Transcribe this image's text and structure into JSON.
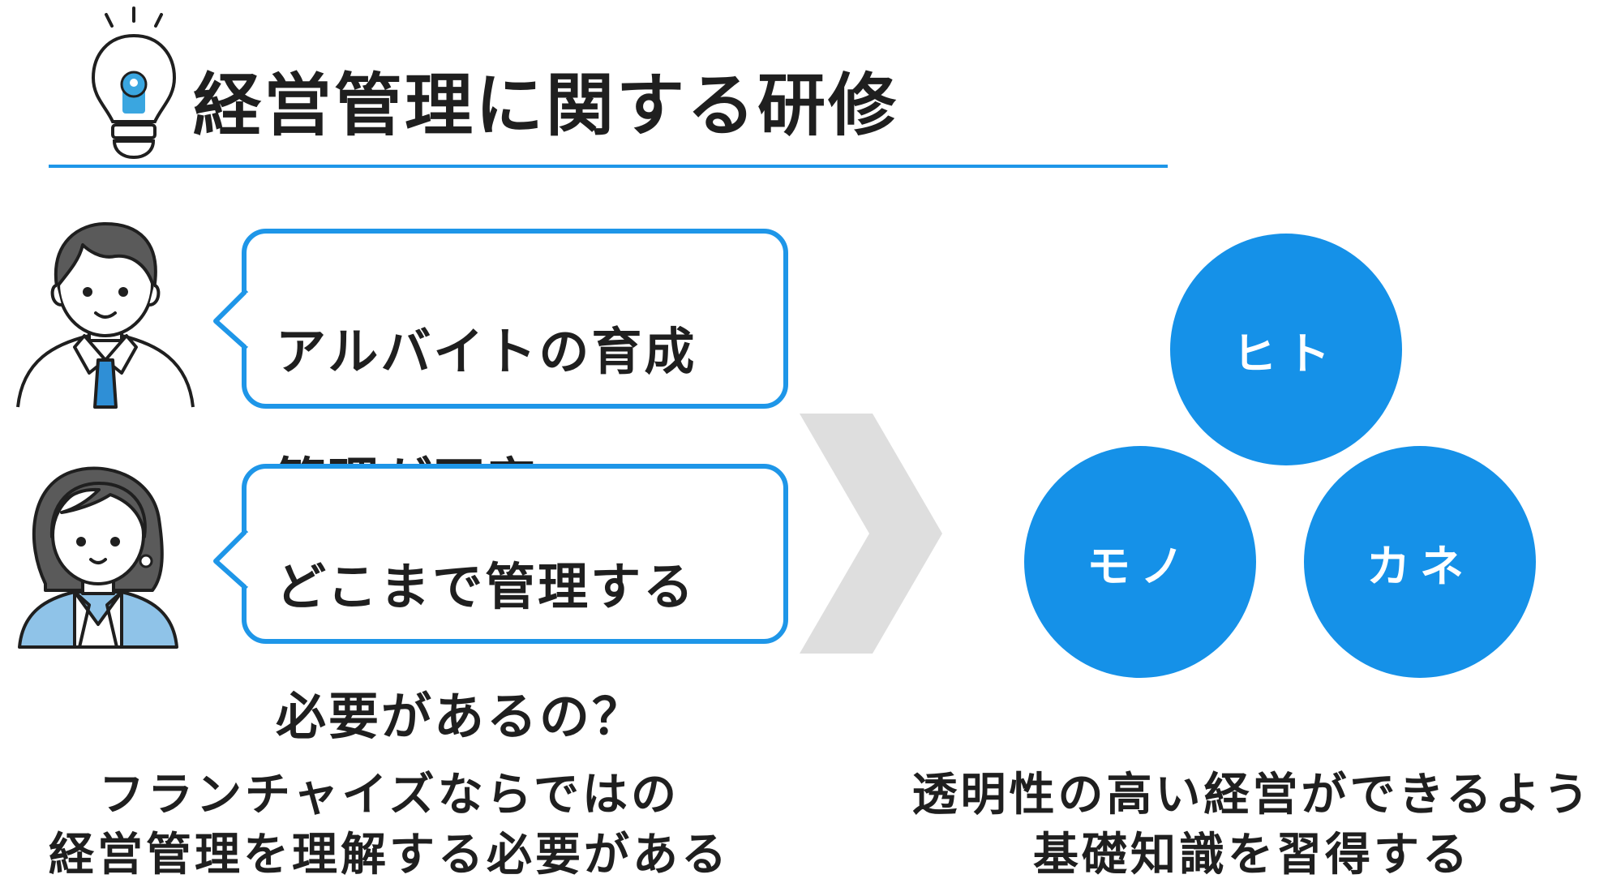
{
  "header": {
    "title": "経営管理に関する研修",
    "icon": "lightbulb-icon"
  },
  "bubbles": [
    {
      "line1": "アルバイトの育成",
      "line2": "管理が不安…"
    },
    {
      "line1": "どこまで管理する",
      "line2": "必要があるの？"
    }
  ],
  "circles": {
    "top": "ヒト",
    "left": "モノ",
    "right": "カネ"
  },
  "captions": {
    "left": {
      "line1": "フランチャイズならではの",
      "line2": "経営管理を理解する必要がある"
    },
    "right": {
      "line1": "透明性の高い経営ができるよう",
      "line2": "基礎知識を習得する"
    }
  },
  "colors": {
    "accent": "#1e96e8",
    "circle": "#1591e8",
    "arrow": "#dedede"
  }
}
